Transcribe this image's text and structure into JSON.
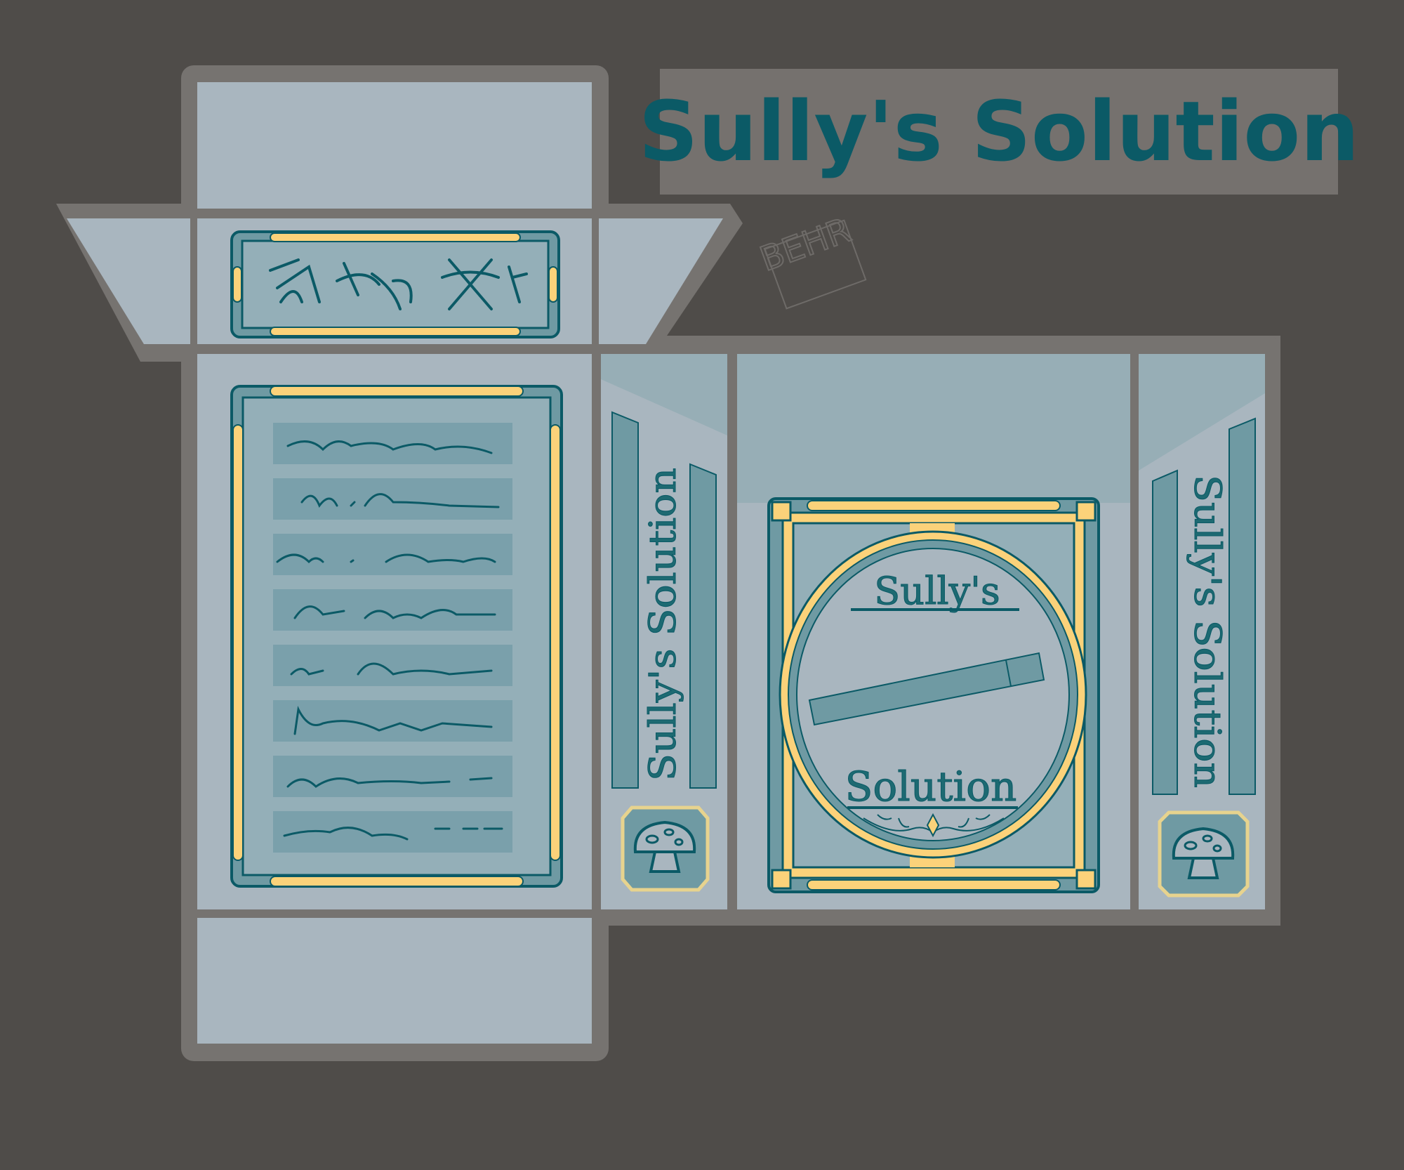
{
  "title": "Sully's Solution",
  "front": {
    "line1": "Sully's",
    "line2": "Solution"
  },
  "side_left": {
    "text": "Sully's Solution"
  },
  "side_right": {
    "text": "Sully's Solution"
  },
  "watermark": "BEHR",
  "colors": {
    "background": "#4f4c49",
    "outline": "#767370",
    "panel": "#a9b6bf",
    "panel_shade": "#97aeb6",
    "teal": "#0b5a66",
    "teal_fill": "#6f9aa3",
    "gold": "#fbd27a"
  }
}
